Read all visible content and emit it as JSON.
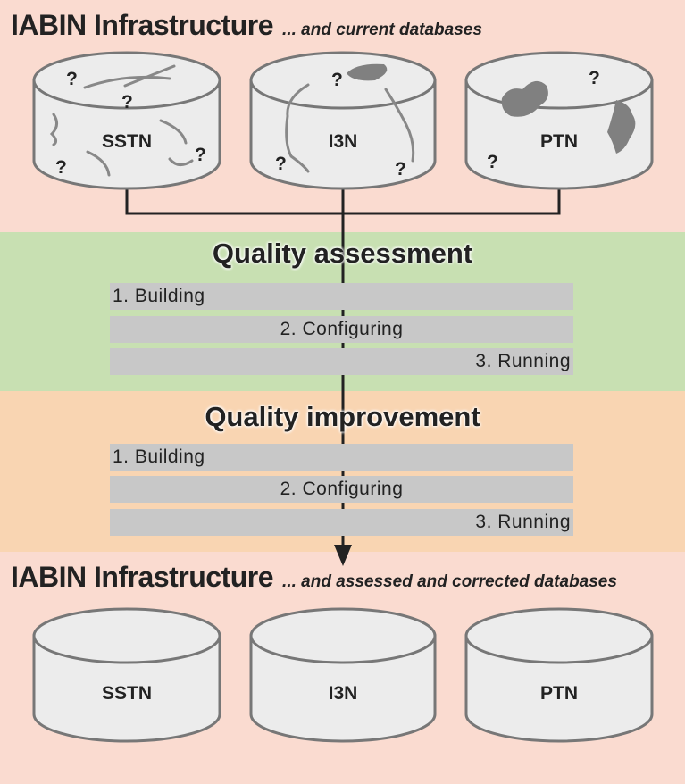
{
  "top": {
    "title": "IABIN Infrastructure",
    "subtitle": "... and current databases",
    "databases": [
      "SSTN",
      "I3N",
      "PTN"
    ]
  },
  "assessment": {
    "heading": "Quality assessment",
    "steps": [
      "1. Building",
      "2. Configuring",
      "3. Running"
    ]
  },
  "improvement": {
    "heading": "Quality improvement",
    "steps": [
      "1. Building",
      "2. Configuring",
      "3. Running"
    ]
  },
  "bottom": {
    "title": "IABIN Infrastructure",
    "subtitle": "... and assessed and corrected databases",
    "databases": [
      "SSTN",
      "I3N",
      "PTN"
    ]
  },
  "unknown_mark": "?",
  "colors": {
    "top_band": "#fadbd0",
    "assessment_band": "#c8e0b2",
    "improvement_band": "#f9d5b2",
    "step_bar": "#c8c8c8",
    "cylinder_fill": "#ececec",
    "connector": "#222222"
  }
}
